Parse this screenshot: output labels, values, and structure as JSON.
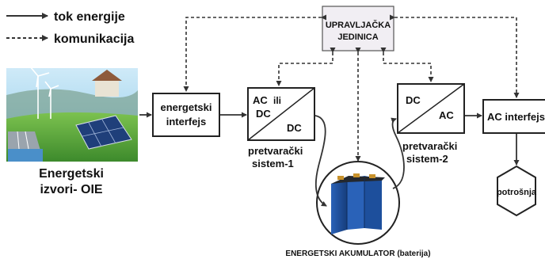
{
  "legend": {
    "energy_flow": "tok energije",
    "communication": "komunikacija"
  },
  "sources": {
    "label_line1": "Energetski",
    "label_line2": "izvori- OIE"
  },
  "energy_interface": {
    "line1": "energetski",
    "line2": "interfejs"
  },
  "converter1": {
    "top_left": "AC",
    "top_mid": "ili",
    "mid": "DC",
    "bottom_right": "DC",
    "caption_line1": "pretvarački",
    "caption_line2": "sistem-1"
  },
  "control_unit": {
    "line1": "UPRAVLJAČKA",
    "line2": "JEDINICA"
  },
  "converter2": {
    "top_left": "DC",
    "bottom_right": "AC",
    "caption_line1": "pretvarački",
    "caption_line2": "sistem-2"
  },
  "ac_interface": {
    "label": "AC interfejs"
  },
  "consumption": {
    "label": "potrošnja"
  },
  "battery": {
    "caption": "ENERGETSKI AKUMULATOR (baterija)"
  },
  "colors": {
    "line": "#333333",
    "control_box_fill": "#f1eef3",
    "battery_blue": "#1d4f9c",
    "sky": "#9fd3ee",
    "grass": "#5aa640"
  }
}
